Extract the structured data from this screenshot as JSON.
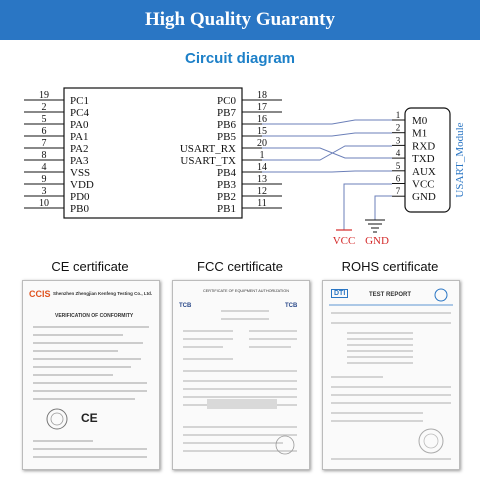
{
  "header": {
    "title": "High Quality Guaranty"
  },
  "section_title": "Circuit diagram",
  "mcu": {
    "left_pins": [
      {
        "num": "19",
        "label": "PC1"
      },
      {
        "num": "2",
        "label": "PC4"
      },
      {
        "num": "5",
        "label": "PA0"
      },
      {
        "num": "6",
        "label": "PA1"
      },
      {
        "num": "7",
        "label": "PA2"
      },
      {
        "num": "8",
        "label": "PA3"
      },
      {
        "num": "4",
        "label": "VSS"
      },
      {
        "num": "9",
        "label": "VDD"
      },
      {
        "num": "3",
        "label": "PD0"
      },
      {
        "num": "10",
        "label": "PB0"
      }
    ],
    "right_pins": [
      {
        "num": "18",
        "label": "PC0"
      },
      {
        "num": "17",
        "label": "PB7"
      },
      {
        "num": "16",
        "label": "PB6"
      },
      {
        "num": "15",
        "label": "PB5"
      },
      {
        "num": "20",
        "label": "USART_RX"
      },
      {
        "num": "1",
        "label": "USART_TX"
      },
      {
        "num": "14",
        "label": "PB4"
      },
      {
        "num": "13",
        "label": "PB3"
      },
      {
        "num": "12",
        "label": "PB2"
      },
      {
        "num": "11",
        "label": "PB1"
      }
    ]
  },
  "module": {
    "name": "USART_Module",
    "pins": [
      {
        "num": "1",
        "label": "M0"
      },
      {
        "num": "2",
        "label": "M1"
      },
      {
        "num": "3",
        "label": "RXD"
      },
      {
        "num": "4",
        "label": "TXD"
      },
      {
        "num": "5",
        "label": "AUX"
      },
      {
        "num": "6",
        "label": "VCC"
      },
      {
        "num": "7",
        "label": "GND"
      }
    ]
  },
  "power": {
    "vcc": "VCC",
    "gnd": "GND"
  },
  "colors": {
    "banner": "#2a76c4",
    "title": "#1d80c8",
    "wire": "#6b7fb8",
    "power": "#d42a2a"
  },
  "certificates": [
    {
      "title": "CE certificate",
      "company": "Shenzhen Zhengjian Kenfeng Testing Co., Ltd.",
      "doc": "VERIFICATION OF CONFORMITY"
    },
    {
      "title": "FCC certificate",
      "company": "TCB",
      "doc": "CERTIFICATE OF EQUIPMENT AUTHORIZATION"
    },
    {
      "title": "ROHS certificate",
      "company": "DTI",
      "doc": "TEST REPORT"
    }
  ]
}
